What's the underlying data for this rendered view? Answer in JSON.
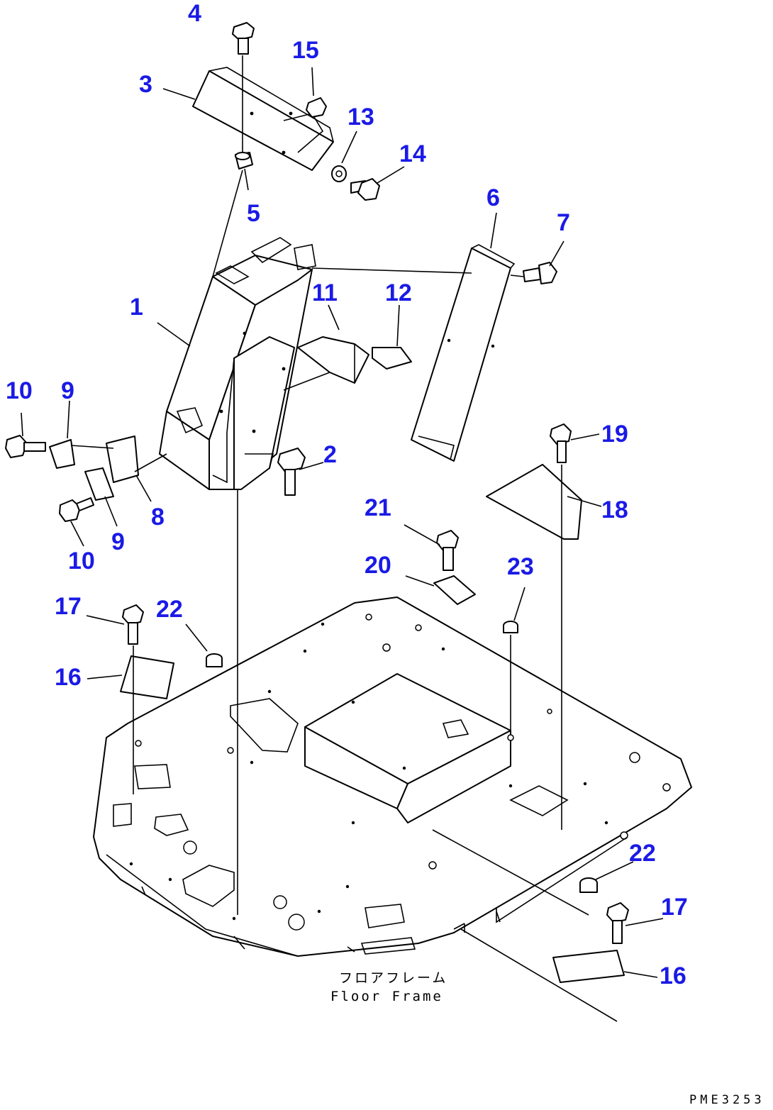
{
  "callouts": [
    "1",
    "2",
    "3",
    "4",
    "5",
    "6",
    "7",
    "8",
    "9",
    "10",
    "11",
    "12",
    "13",
    "14",
    "15",
    "16",
    "17",
    "18",
    "19",
    "20",
    "21",
    "22",
    "23"
  ],
  "floor_label": {
    "japanese": "フロアフレーム",
    "english": "Floor Frame"
  },
  "figure_code": "PME3253",
  "colors": {
    "callout": "#1a1ae6",
    "line": "#000000",
    "background": "#ffffff"
  }
}
